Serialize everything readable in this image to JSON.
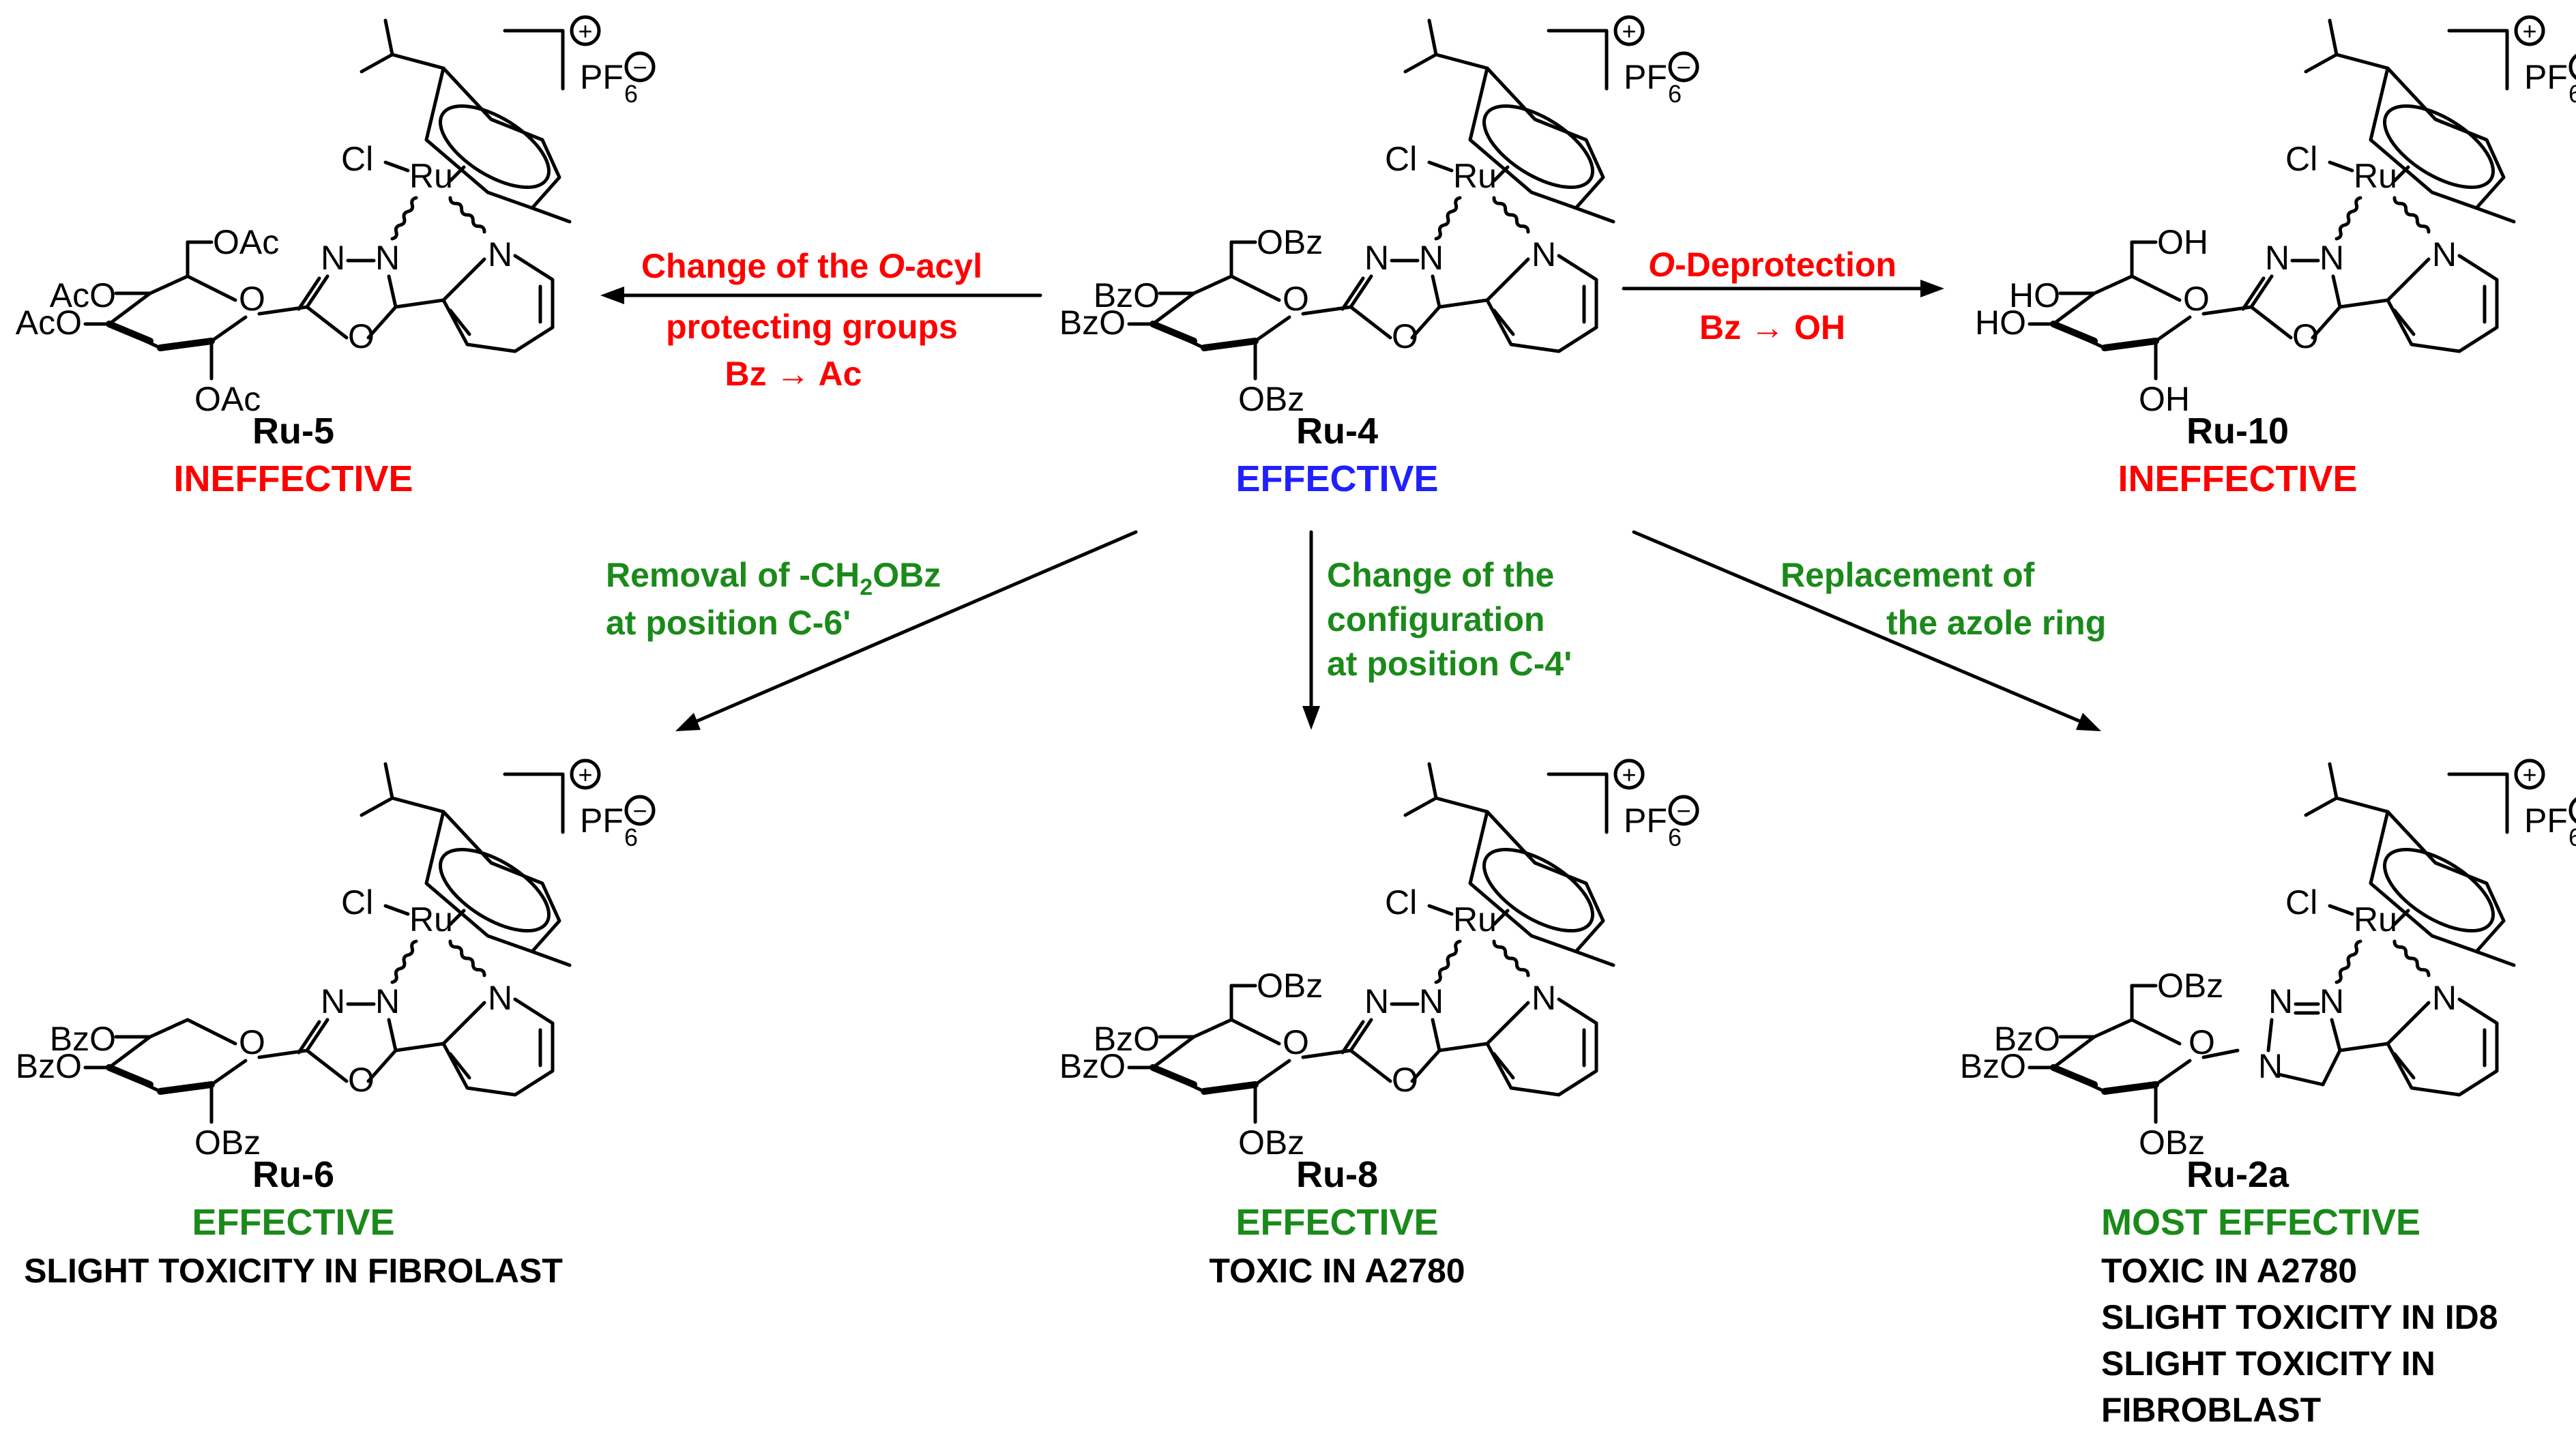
{
  "compounds": [
    {
      "id": "Ru-5",
      "result": "INEFFECTIVE",
      "notes": [],
      "subs": {
        "c6": "OAc",
        "c4": "AcO",
        "c3": "AcO",
        "c2": "OAc"
      }
    },
    {
      "id": "Ru-4",
      "result": "EFFECTIVE",
      "notes": [],
      "subs": {
        "c6": "OBz",
        "c4": "BzO",
        "c3": "BzO",
        "c2": "OBz"
      }
    },
    {
      "id": "Ru-10",
      "result": "INEFFECTIVE",
      "notes": [],
      "subs": {
        "c6": "OH",
        "c4": "HO",
        "c3": "HO",
        "c2": "OH"
      }
    },
    {
      "id": "Ru-6",
      "result": "EFFECTIVE",
      "notes": [
        "SLIGHT TOXICITY IN FIBROLAST"
      ],
      "subs": {
        "c4": "BzO",
        "c3": "BzO",
        "c2": "OBz"
      }
    },
    {
      "id": "Ru-8",
      "result": "EFFECTIVE",
      "notes": [
        "TOXIC IN A2780"
      ],
      "subs": {
        "c6": "OBz",
        "c4": "BzO",
        "c3": "BzO",
        "c2": "OBz"
      }
    },
    {
      "id": "Ru-2a",
      "result": "MOST EFFECTIVE",
      "notes": [
        "TOXIC IN A2780",
        "SLIGHT TOXICITY IN ID8",
        "SLIGHT TOXICITY IN",
        "FIBROBLAST"
      ],
      "subs": {
        "c6": "OBz",
        "c4": "BzO",
        "c3": "BzO",
        "c2": "OBz"
      }
    }
  ],
  "atoms": {
    "cl": "Cl",
    "ru": "Ru",
    "n": "N",
    "o": "O",
    "pf": "PF",
    "pf_sub": "6",
    "plus": "+",
    "minus": "−"
  },
  "transforms": {
    "acyl": {
      "line1_pre": "Change of the ",
      "line1_italic": "O",
      "line1_post": "-acyl",
      "line2": "protecting groups",
      "line3": "Bz → Ac"
    },
    "deprotect": {
      "line1_italic": "O",
      "line1_post": "-Deprotection",
      "line2": "Bz → OH"
    },
    "removal": {
      "line1_pre": "Removal of -CH",
      "line1_sub": "2",
      "line1_post": "OBz",
      "line2": "at position C-6'"
    },
    "config": {
      "line1": "Change of the",
      "line2": "configuration",
      "line3": "at position C-4'"
    },
    "azole": {
      "line1": "Replacement of",
      "line2": "the azole ring"
    }
  },
  "colors": {
    "effective_ru4": "#2020ff",
    "ineffective": "#ff0000",
    "effective": "#1a8a1a",
    "transform_red": "#ff0000",
    "transform_green": "#1a8a1a",
    "text": "#000000"
  }
}
